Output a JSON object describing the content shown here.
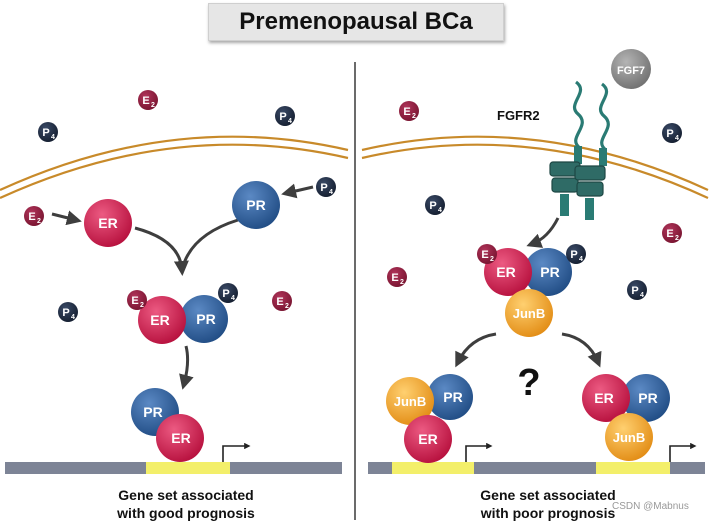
{
  "title": "Premenopausal BCa",
  "labels": {
    "er": "ER",
    "pr": "PR",
    "junb": "JunB",
    "e": "E",
    "p": "P",
    "sub2": "2",
    "sub4": "4",
    "fgf7": "FGF7",
    "fgfr2": "FGFR2",
    "question": "?"
  },
  "captions": {
    "left_line1": "Gene set associated",
    "left_line2": "with good prognosis",
    "right_line1": "Gene set associated",
    "right_line2": "with poor prognosis"
  },
  "watermark": "CSDN @Mabnus",
  "colors": {
    "er": "#c8174a",
    "pr": "#2a5e9a",
    "junb": "#f0a12c",
    "e2_token": "#8b1c3a",
    "p4_token": "#1f2d44",
    "membrane": "#c88a2a",
    "dna": "#7d8496",
    "promoter": "#f3ef6a",
    "fgfr2": "#2a7b74",
    "fgf7": "#8a8a8a",
    "arrow": "#3e3e3e"
  }
}
